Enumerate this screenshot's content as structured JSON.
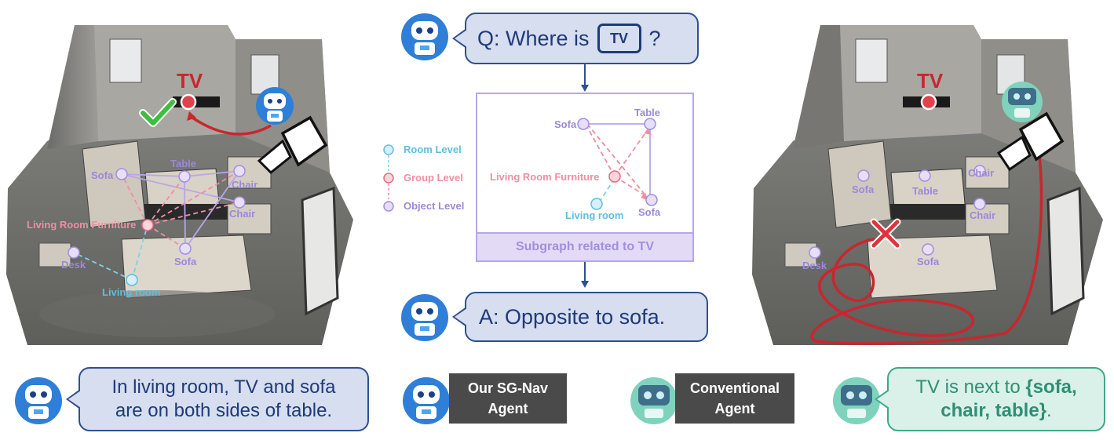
{
  "question_bubble": {
    "prefix": "Q: Where is",
    "tv_icon_text": "TV",
    "suffix": "?"
  },
  "answer_bubble": {
    "text": "A: Opposite to sofa."
  },
  "subgraph": {
    "caption": "Subgraph related to TV",
    "nodes": {
      "sofa": "Sofa",
      "table": "Table",
      "furniture": "Living Room Furniture",
      "living_room": "Living room",
      "sofa2": "Sofa"
    }
  },
  "legend": {
    "room": "Room Level",
    "group": "Group Level",
    "object": "Object Level"
  },
  "left_scene": {
    "tv": "TV",
    "labels": {
      "sofa_left": "Sofa",
      "table": "Table",
      "chair1": "Chair",
      "chair2": "Chair",
      "furniture": "Living Room Furniture",
      "desk": "Desk",
      "sofa_bottom": "Sofa",
      "living_room": "Living room"
    }
  },
  "right_scene": {
    "tv": "TV",
    "labels": {
      "sofa_left": "Sofa",
      "table": "Table",
      "chair1": "Chair",
      "chair2": "Chair",
      "desk": "Desk",
      "sofa_bottom": "Sofa"
    }
  },
  "bottom": {
    "left_bubble_line1": "In living room, TV and sofa",
    "left_bubble_line2": "are on both sides of table.",
    "our_agent_line1": "Our SG-Nav",
    "our_agent_line2": "Agent",
    "conv_agent_line1": "Conventional",
    "conv_agent_line2": "Agent",
    "right_bubble_line1_plain": "TV is next to ",
    "right_bubble_line1_bold": "{sofa,",
    "right_bubble_line2_bold": "chair, table}",
    "right_bubble_line2_plain": "."
  },
  "colors": {
    "room_level": "#7fd0ea",
    "group_level": "#ef8fa0",
    "object_level": "#b8a6e8",
    "bubble_fill": "#d6deef",
    "bubble_border": "#2f4f8f",
    "green_fill": "#d9f1e8",
    "green_border": "#3ea88a",
    "path_red": "#c9262d"
  }
}
